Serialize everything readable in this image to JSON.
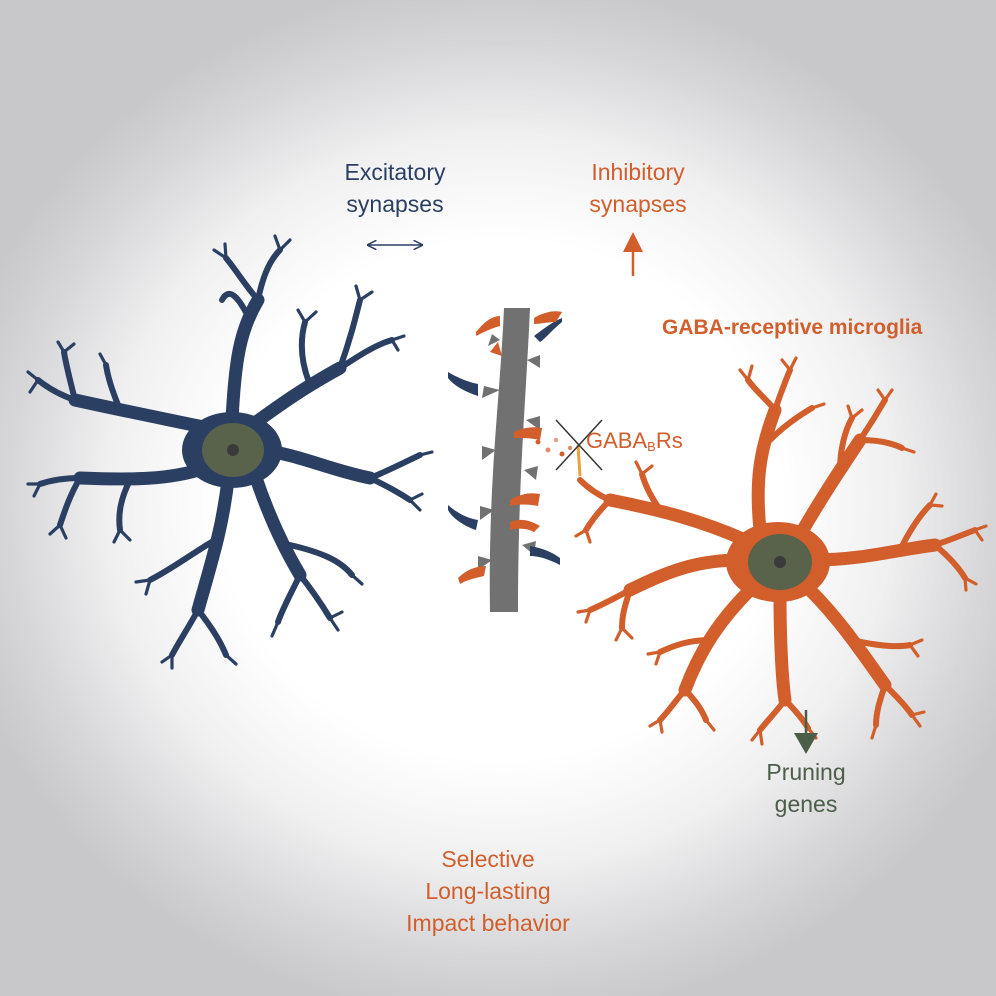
{
  "labels": {
    "excitatory_line1": "Excitatory",
    "excitatory_line2": "synapses",
    "inhibitory_line1": "Inhibitory",
    "inhibitory_line2": "synapses",
    "microglia_title": "GABA-receptive microglia",
    "receptor_main": "GABA",
    "receptor_sub": "B",
    "receptor_suffix": "Rs",
    "pruning_line1": "Pruning",
    "pruning_line2": "genes",
    "outcome_line1": "Selective",
    "outcome_line2": "Long-lasting",
    "outcome_line3": "Impact behavior"
  },
  "colors": {
    "excitatory_navy": "#2b3f63",
    "inhibitory_orange": "#d25e2c",
    "nucleus_green": "#59624a",
    "dendrite_gray": "#717171",
    "gene_green": "#4a5e48"
  },
  "icons": {
    "excitatory_change": "double-arrow-icon",
    "inhibitory_change": "up-arrow-icon",
    "pruning_change": "down-arrow-icon",
    "blocked_receptor": "x-cross-icon"
  }
}
